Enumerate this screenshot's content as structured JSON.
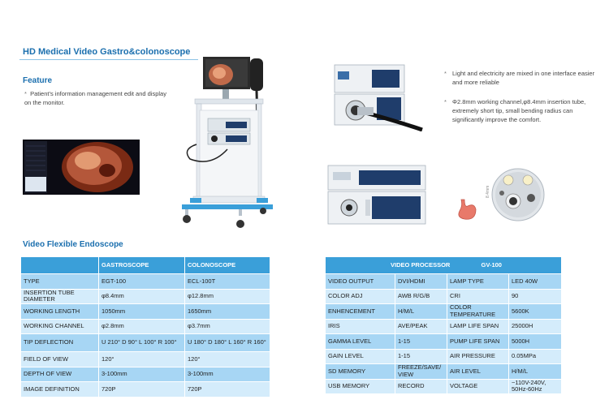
{
  "header": {
    "title": "HD Medical Video Gastro&colonoscope",
    "feature_heading": "Feature",
    "feature_text": "Patient’s information management edit and display on the monitor."
  },
  "bullets": [
    "Light and electricity are mixed in one interface easier and more reliable",
    "Φ2.8mm working channel,φ8.4mm  insertion tube, extremely short tip, small bending radius can significantly improve the comfort."
  ],
  "scope_section": {
    "heading": "Video Flexible Endoscope",
    "columns": [
      "",
      "GASTROSCOPE",
      "COLONOSCOPE"
    ],
    "rows": [
      [
        "TYPE",
        "EGT-100",
        "ECL-100T"
      ],
      [
        "INSERTION TUBE DIAMETER",
        "φ8.4mm",
        "φ12.8mm"
      ],
      [
        "WORKING LENGTH",
        "1050mm",
        "1650mm"
      ],
      [
        "WORKING CHANNEL",
        "φ2.8mm",
        "φ3.7mm"
      ],
      [
        "TIP DEFLECTION",
        "U 210° D 90° L 100° R 100°",
        "U 180° D 180° L 160° R 160°"
      ],
      [
        "FIELD OF VIEW",
        "120°",
        "120°"
      ],
      [
        "DEPTH OF VIEW",
        "3-100mm",
        "3-100mm"
      ],
      [
        "IMAGE DEFINITION",
        "720P",
        "720P"
      ]
    ]
  },
  "processor_section": {
    "header_label": "VIDEO PROCESSOR",
    "header_model": "GV-100",
    "rows": [
      [
        "VIDEO OUTPUT",
        "DVI/HDMI",
        "LAMP TYPE",
        "LED 40W"
      ],
      [
        "COLOR ADJ",
        "AWB R/G/B",
        "CRI",
        "90"
      ],
      [
        "ENHENCEMENT",
        "H/M/L",
        "COLOR TEMPERATURE",
        "5600K"
      ],
      [
        "IRIS",
        "AVE/PEAK",
        "LAMP LIFE SPAN",
        "25000H"
      ],
      [
        "GAMMA LEVEL",
        "1-15",
        "PUMP LIFE SPAN",
        "5000H"
      ],
      [
        "GAIN LEVEL",
        "1-15",
        "AIR PRESSURE",
        "0.05MPa"
      ],
      [
        "SD MEMORY",
        "FREEZE/SAVE/ VIEW",
        "AIR LEVEL",
        "H/M/L"
      ],
      [
        "USB MEMORY",
        "RECORD",
        "VOLTAGE",
        "~110V-240V, 50Hz-60Hz"
      ]
    ]
  },
  "colors": {
    "accent": "#1b6fae",
    "table_header": "#3a9fd9",
    "row_dark": "#a7d6f4",
    "row_light": "#d4ecfb"
  }
}
